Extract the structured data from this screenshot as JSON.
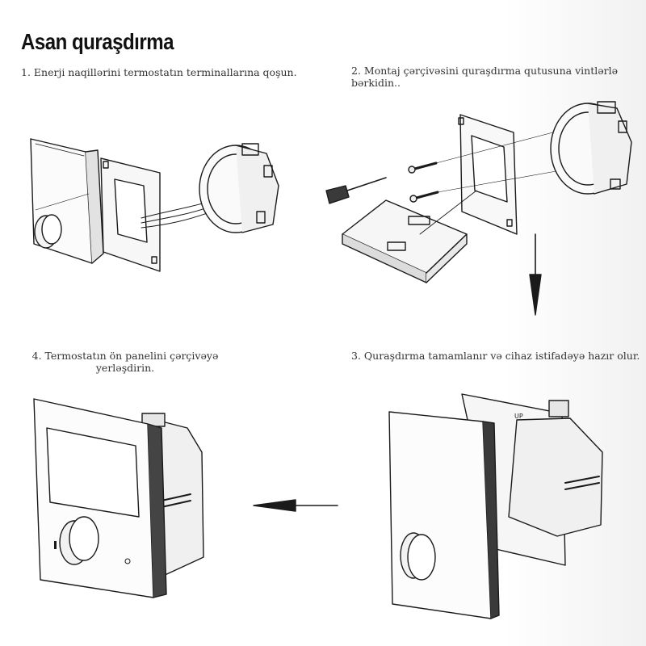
{
  "title": "Asan quraşdırma",
  "steps": [
    {
      "text": "1. Enerji naqillərini termostatın terminallarına qoşun."
    },
    {
      "text": "2. Montaj çərçivəsini quraşdırma qutusuna vintlərlə bərkidin.."
    },
    {
      "text": "3. Quraşdırma tamamlanır və cihaz istifadəyə hazır olur."
    },
    {
      "text": "4. Termostatın ön panelini çərçivəyə yerləşdirin."
    }
  ],
  "labels": {
    "up": "UP"
  },
  "colors": {
    "line": "#1a1a1a",
    "panel": "#fafafa",
    "shade": "#d9d9d9"
  }
}
